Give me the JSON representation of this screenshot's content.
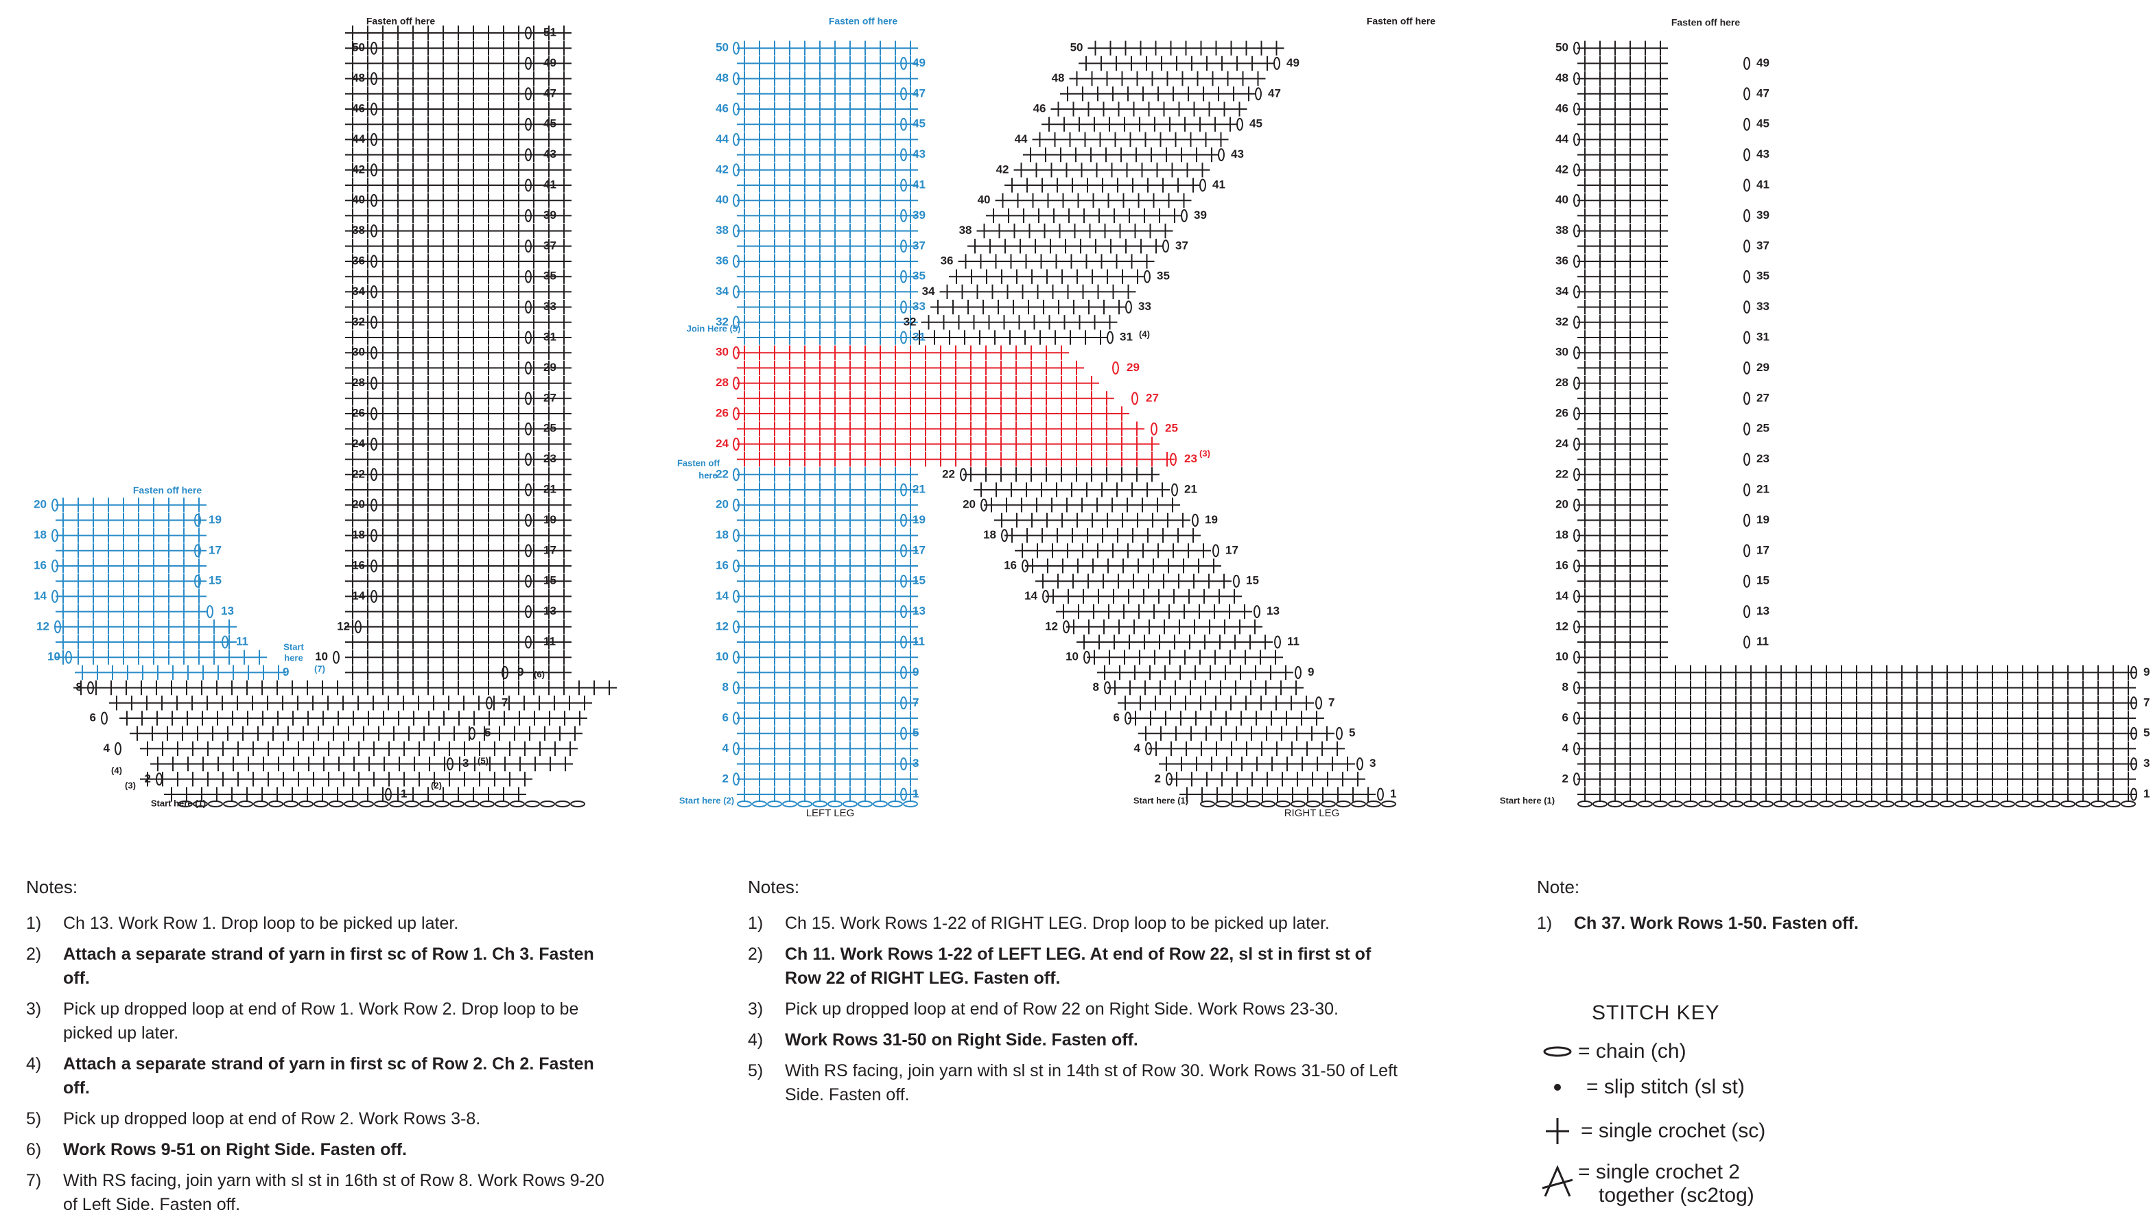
{
  "colors": {
    "black": "#231f20",
    "blue": "#2a8cc8",
    "red": "#e8202a"
  },
  "labels": {
    "fasten_off_here": "Fasten off here",
    "fasten_off": "Fasten off",
    "here": "here",
    "start_here_1": "Start here (1)",
    "start_here_2": "Start here (2)",
    "start": "Start",
    "start_here_word": "here",
    "start_7": "(7)",
    "join_here_5": "Join Here (5)",
    "left_leg": "LEFT LEG",
    "right_leg": "RIGHT LEG",
    "step_2": "(2)",
    "step_3": "(3)",
    "step_4": "(4)",
    "step_5": "(5)",
    "step_6": "(6)"
  },
  "notes_j": {
    "title": "Notes:",
    "items": [
      {
        "num": "1)",
        "text": "Ch 13. Work Row 1. Drop loop to be picked up later.",
        "bold": false
      },
      {
        "num": "2)",
        "text": "Attach a separate strand of yarn in first sc of Row 1. Ch 3. Fasten off.",
        "bold": true
      },
      {
        "num": "3)",
        "text": "Pick up dropped loop at end of Row 1. Work Row 2. Drop loop to be picked up later.",
        "bold": false
      },
      {
        "num": "4)",
        "text": "Attach a separate strand of yarn in first sc of Row 2. Ch 2. Fasten off.",
        "bold": true
      },
      {
        "num": "5)",
        "text": "Pick up dropped loop at end of Row 2. Work Rows 3-8.",
        "bold": false
      },
      {
        "num": "6)",
        "text": "Work Rows 9-51 on Right Side. Fasten off.",
        "bold": true
      },
      {
        "num": "7)",
        "text": "With RS facing, join yarn with sl st in 16th st of Row 8. Work Rows 9-20 of Left Side. Fasten off.",
        "bold": false
      }
    ]
  },
  "notes_k": {
    "title": "Notes:",
    "items": [
      {
        "num": "1)",
        "text": "Ch 15. Work Rows 1-22 of RIGHT LEG. Drop loop to be picked up later.",
        "bold": false
      },
      {
        "num": "2)",
        "text": "Ch 11. Work Rows 1-22 of LEFT LEG. At end of Row 22, sl st in first st of Row 22 of RIGHT LEG. Fasten off.",
        "bold": true
      },
      {
        "num": "3)",
        "text": "Pick up dropped loop at end of Row 22 on Right Side. Work Rows 23-30.",
        "bold": false
      },
      {
        "num": "4)",
        "text": "Work Rows 31-50 on Right Side. Fasten off.",
        "bold": true
      },
      {
        "num": "5)",
        "text": "With RS facing, join yarn with sl st in 14th st of Row 30. Work Rows 31-50 of Left Side. Fasten off.",
        "bold": false
      }
    ]
  },
  "notes_l": {
    "title": "Note:",
    "items": [
      {
        "num": "1)",
        "text": "Ch 37. Work Rows 1-50. Fasten off.",
        "bold": true
      }
    ]
  },
  "stitch_key": {
    "title": "STITCH KEY",
    "chain": "= chain (ch)",
    "slip": "= slip stitch (sl st)",
    "sc": "= single crochet (sc)",
    "sc2tog_1": "= single crochet 2",
    "sc2tog_2": "together (sc2tog)",
    "icons": [
      "chain-icon",
      "slip-stitch-icon",
      "single-crochet-icon",
      "sc2tog-icon"
    ]
  },
  "diagram_j": {
    "row_numbers_right": [
      "1",
      "3",
      "5",
      "7",
      "9",
      "11",
      "13",
      "15",
      "17",
      "19",
      "21",
      "23",
      "25",
      "27",
      "29",
      "31",
      "33",
      "35",
      "37",
      "39",
      "41",
      "43",
      "45",
      "47",
      "49",
      "51"
    ],
    "row_numbers_left": [
      "2",
      "4",
      "6",
      "8",
      "10",
      "12",
      "14",
      "16",
      "18",
      "20",
      "22",
      "24",
      "26",
      "28",
      "30",
      "32",
      "34",
      "36",
      "38",
      "40",
      "42",
      "44",
      "46",
      "48",
      "50"
    ],
    "left_side_rows_left": [
      "10",
      "12",
      "14",
      "16",
      "18",
      "20"
    ],
    "left_side_rows_right": [
      "11",
      "13",
      "15",
      "17",
      "19"
    ],
    "left_side_rows_bottom": [
      "9"
    ]
  },
  "diagram_k": {
    "left_leg_left": [
      "2",
      "4",
      "6",
      "8",
      "10",
      "12",
      "14",
      "16",
      "18",
      "20",
      "22"
    ],
    "left_leg_right": [
      "1",
      "3",
      "5",
      "7",
      "9",
      "11",
      "13",
      "15",
      "17",
      "19",
      "21"
    ],
    "left_upper_left": [
      "32",
      "34",
      "36",
      "38",
      "40",
      "42",
      "44",
      "46",
      "48",
      "50"
    ],
    "left_upper_right": [
      "31",
      "33",
      "35",
      "37",
      "39",
      "41",
      "43",
      "45",
      "47",
      "49"
    ],
    "mid_left": [
      "24",
      "26",
      "28",
      "30"
    ],
    "mid_right": [
      "23",
      "25",
      "27",
      "29"
    ],
    "right_leg_left": [
      "2",
      "4",
      "6",
      "8",
      "10",
      "12",
      "14",
      "16",
      "18",
      "20",
      "22"
    ],
    "right_leg_right": [
      "1",
      "3",
      "5",
      "7",
      "9",
      "11",
      "13",
      "15",
      "17",
      "19",
      "21"
    ],
    "upper_right_left": [
      "32",
      "34",
      "36",
      "38",
      "40",
      "42",
      "44",
      "46",
      "48",
      "50"
    ],
    "upper_right_right": [
      "31",
      "33",
      "35",
      "37",
      "39",
      "41",
      "43",
      "45",
      "47",
      "49"
    ]
  },
  "diagram_l": {
    "rows_left": [
      "2",
      "4",
      "6",
      "8",
      "10",
      "12",
      "14",
      "16",
      "18",
      "20",
      "22",
      "24",
      "26",
      "28",
      "30",
      "32",
      "34",
      "36",
      "38",
      "40",
      "42",
      "44",
      "46",
      "48",
      "50"
    ],
    "rows_right": [
      "1",
      "3",
      "5",
      "7",
      "9",
      "11",
      "13",
      "15",
      "17",
      "19",
      "21",
      "23",
      "25",
      "27",
      "29",
      "31",
      "33",
      "35",
      "37",
      "39",
      "41",
      "43",
      "45",
      "47",
      "49"
    ]
  }
}
